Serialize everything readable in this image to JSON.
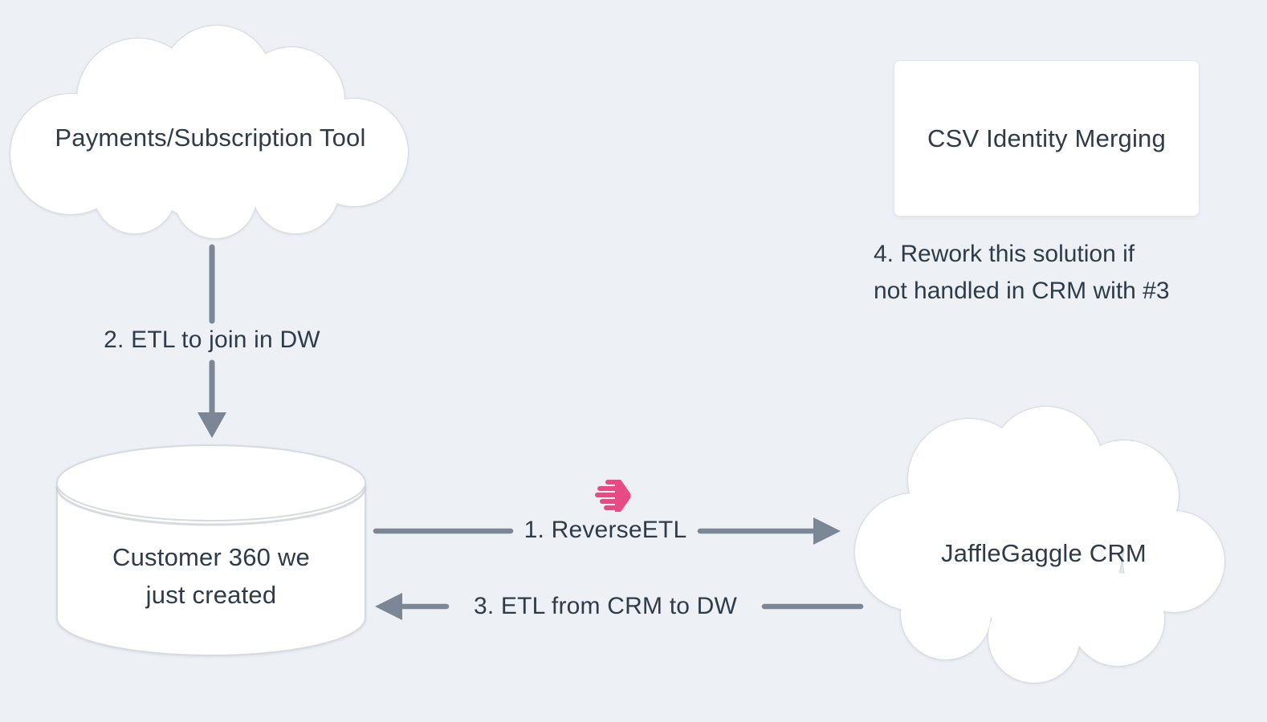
{
  "colors": {
    "background": "#edf1f6",
    "node_fill": "#ffffff",
    "node_border": "#d6dbe1",
    "text": "#2e3b49",
    "arrow": "#7b8794",
    "logo_pink": "#e74b86"
  },
  "nodes": {
    "payments": {
      "label": "Payments/Subscription Tool",
      "shape": "cloud"
    },
    "csv_merging": {
      "label": "CSV Identity Merging",
      "shape": "rounded-rectangle"
    },
    "customer_360": {
      "label_lines": [
        "Customer 360 we",
        "just created"
      ],
      "shape": "database-cylinder"
    },
    "jafflegaggle_crm": {
      "label": "JaffleGaggle CRM",
      "shape": "cloud"
    }
  },
  "edges": {
    "etl_to_dw": {
      "label": "2. ETL to join in DW",
      "from": "payments",
      "to": "customer_360",
      "direction": "down"
    },
    "reverse_etl": {
      "label": "1. ReverseETL",
      "from": "customer_360",
      "to": "jafflegaggle_crm",
      "direction": "right",
      "icon": "hightouch-arrow-icon"
    },
    "etl_from_crm": {
      "label": "3. ETL from CRM to DW",
      "from": "jafflegaggle_crm",
      "to": "customer_360",
      "direction": "left"
    }
  },
  "annotations": {
    "rework_note": {
      "lines": [
        "4. Rework this solution if",
        "not handled in CRM with #3"
      ]
    }
  }
}
